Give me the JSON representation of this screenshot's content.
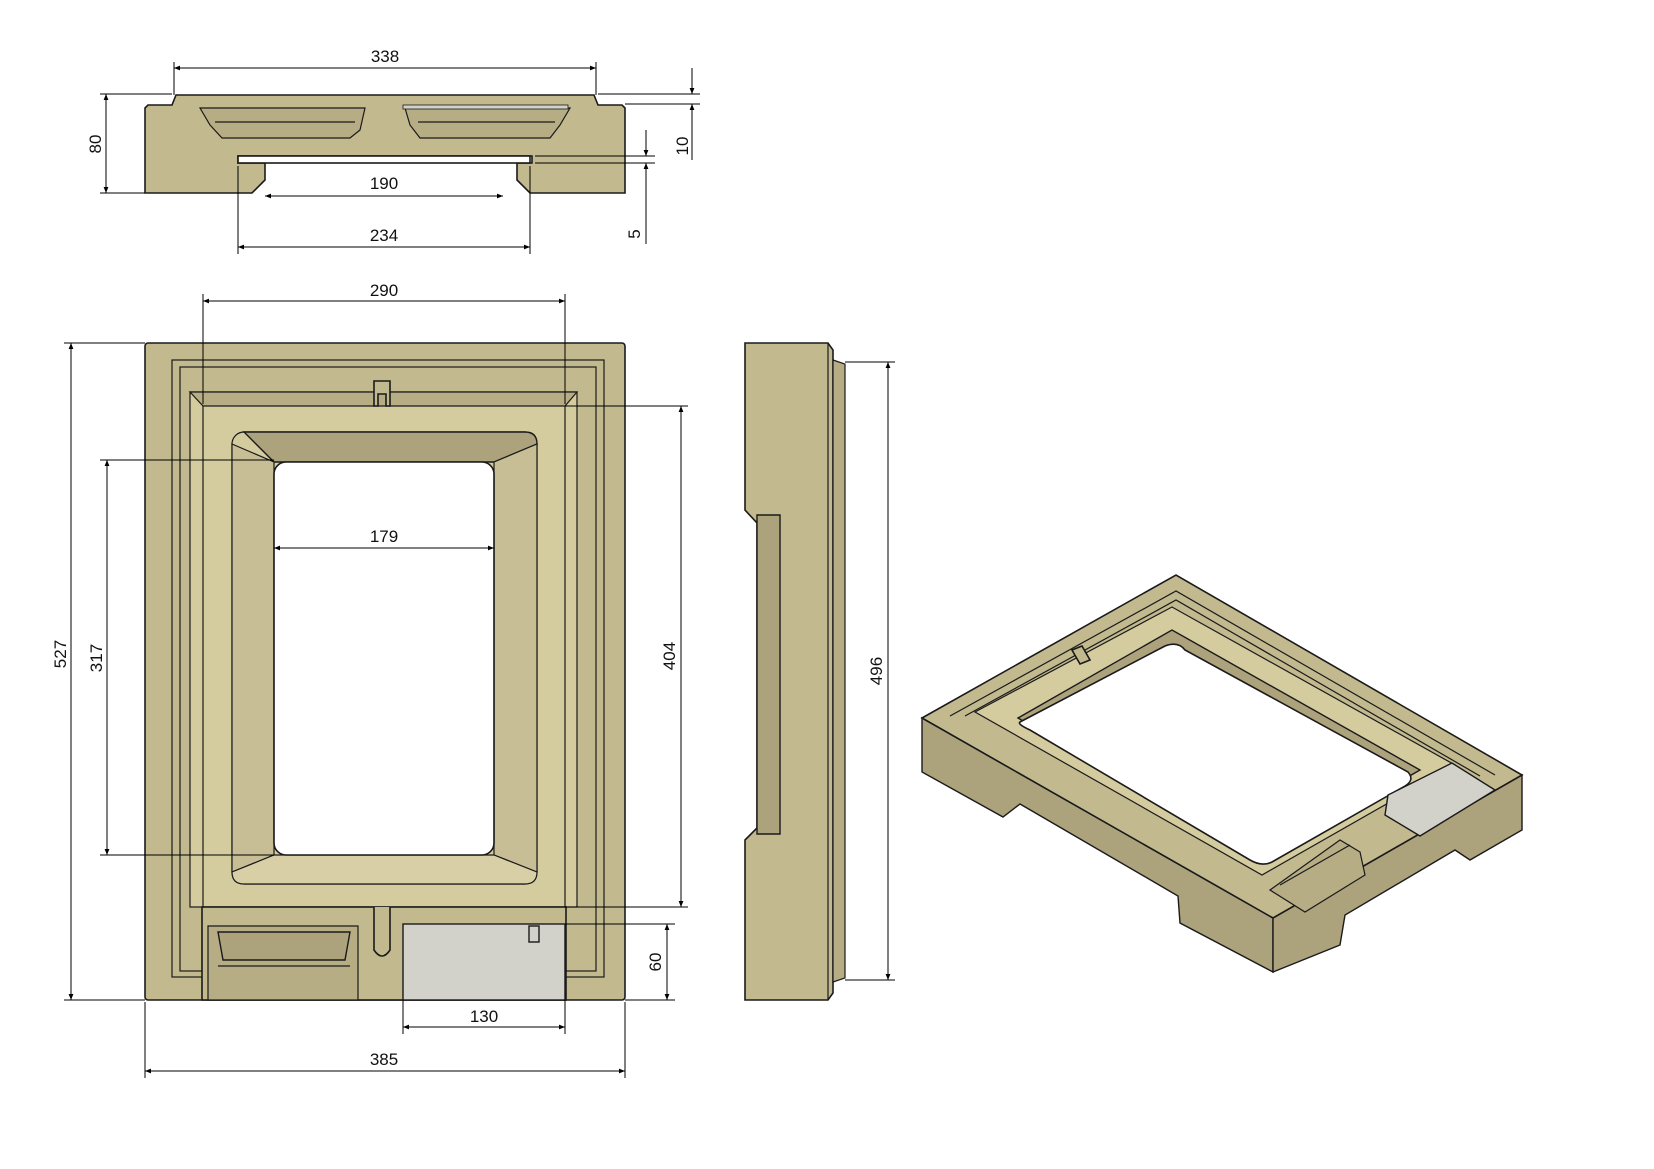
{
  "drawing": {
    "colors": {
      "body": "#c2b98f",
      "shade": "#aca27c",
      "tray": "#d2d1ca",
      "line": "#1a1a1a"
    },
    "top_view": {
      "overall_width": "338",
      "height": "80",
      "inner_gap": "190",
      "slot_span": "234",
      "lip_height": "10",
      "slot_height": "5"
    },
    "front_view": {
      "opening_frame_width": "290",
      "opening_width": "179",
      "overall_height": "527",
      "opening_height": "317",
      "frame_height": "404",
      "tray_height": "60",
      "tray_width": "130",
      "overall_width": "385"
    },
    "side_view": {
      "height": "496"
    }
  }
}
